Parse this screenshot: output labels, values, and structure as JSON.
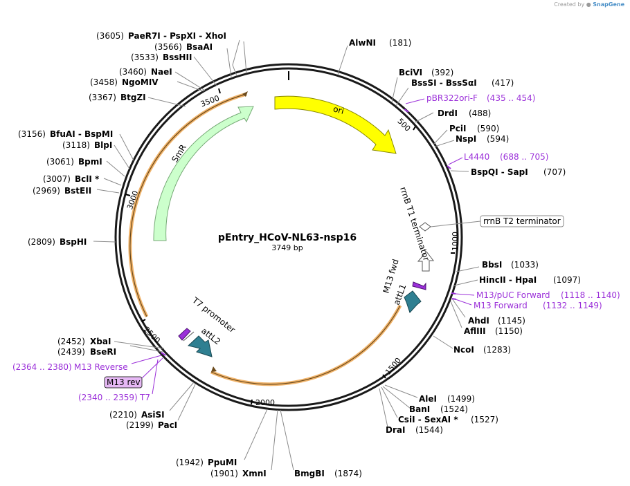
{
  "credit": {
    "prefix": "Created by",
    "brand": "SnapGene"
  },
  "plasmid": {
    "name": "pEntry_HCoV-NL63-nsp16",
    "size_label": "3749 bp",
    "length": 3749
  },
  "ticks": [
    "500",
    "1000",
    "1500",
    "2000",
    "2500",
    "3000",
    "3500"
  ],
  "features": [
    {
      "name": "ori",
      "color": "#ffff00"
    },
    {
      "name": "SmR",
      "color": "#ccffcc"
    },
    {
      "name": "rrnB T1 terminator",
      "color": "#ffffff"
    },
    {
      "name": "M13 fwd",
      "color": "#9b30d9"
    },
    {
      "name": "attL1",
      "color": "#2f7f91"
    },
    {
      "name": "T7 promoter",
      "color": "#9b30d9"
    },
    {
      "name": "attL2",
      "color": "#2f7f91"
    }
  ],
  "boxed_features": [
    {
      "name": "rrnB T2 terminator"
    },
    {
      "name": "M13 rev"
    }
  ],
  "sites": [
    {
      "name": "AlwNI",
      "pos": "(181)"
    },
    {
      "name": "BciVI",
      "pos": "(392)"
    },
    {
      "name": "BssSI  -  BssSαI",
      "pos": "(417)"
    },
    {
      "name": "pBR322ori-F",
      "pos": "(435 .. 454)",
      "primer": true
    },
    {
      "name": "DrdI",
      "pos": "(488)"
    },
    {
      "name": "PciI",
      "pos": "(590)"
    },
    {
      "name": "NspI",
      "pos": "(594)"
    },
    {
      "name": "L4440",
      "pos": "(688 .. 705)",
      "primer": true
    },
    {
      "name": "BspQI  -  SapI",
      "pos": "(707)"
    },
    {
      "name": "BbsI",
      "pos": "(1033)"
    },
    {
      "name": "HincII  -  HpaI",
      "pos": "(1097)"
    },
    {
      "name": "M13/pUC Forward",
      "pos": "(1118 .. 1140)",
      "primer": true
    },
    {
      "name": "M13 Forward",
      "pos": "(1132 .. 1149)",
      "primer": true
    },
    {
      "name": "AhdI",
      "pos": "(1145)"
    },
    {
      "name": "AflIII",
      "pos": "(1150)"
    },
    {
      "name": "NcoI",
      "pos": "(1283)"
    },
    {
      "name": "AleI",
      "pos": "(1499)"
    },
    {
      "name": "BanI",
      "pos": "(1524)"
    },
    {
      "name": "CsiI  -  SexAI *",
      "pos": "(1527)"
    },
    {
      "name": "DraI",
      "pos": "(1544)"
    },
    {
      "name": "BmgBI",
      "pos": "(1874)"
    },
    {
      "name": "XmnI",
      "pos": "(1901)"
    },
    {
      "name": "PpuMI",
      "pos": "(1942)"
    },
    {
      "name": "PacI",
      "pos": "(2199)"
    },
    {
      "name": "AsiSI",
      "pos": "(2210)"
    },
    {
      "name": "T7",
      "pos": "(2340 .. 2359)",
      "primer": true
    },
    {
      "name": "M13 Reverse",
      "pos": "(2364 .. 2380)",
      "primer": true
    },
    {
      "name": "BseRI",
      "pos": "(2439)"
    },
    {
      "name": "XbaI",
      "pos": "(2452)"
    },
    {
      "name": "BspHI",
      "pos": "(2809)"
    },
    {
      "name": "BstEII",
      "pos": "(2969)"
    },
    {
      "name": "BclI *",
      "pos": "(3007)"
    },
    {
      "name": "BpmI",
      "pos": "(3061)"
    },
    {
      "name": "BlpI",
      "pos": "(3118)"
    },
    {
      "name": "BfuAI  -  BspMI",
      "pos": "(3156)"
    },
    {
      "name": "BtgZI",
      "pos": "(3367)"
    },
    {
      "name": "NgoMIV",
      "pos": "(3458)"
    },
    {
      "name": "NaeI",
      "pos": "(3460)"
    },
    {
      "name": "BssHII",
      "pos": "(3533)"
    },
    {
      "name": "BsaAI",
      "pos": "(3566)"
    },
    {
      "name": "PaeR7I  -  PspXI  -  XhoI",
      "pos": "(3605)"
    }
  ]
}
